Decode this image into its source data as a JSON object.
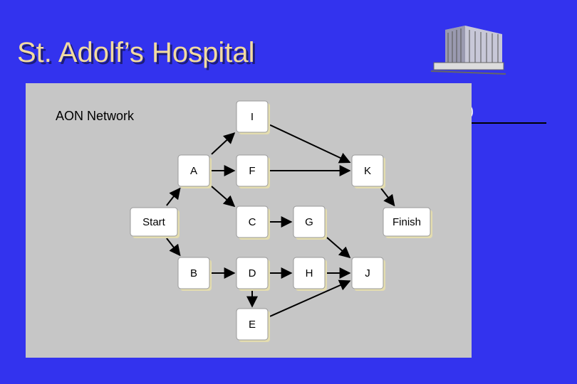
{
  "title": "St. Adolf’s Hospital",
  "partial_text": "s)",
  "network_label": "AON Network",
  "colors": {
    "background": "#3333ee",
    "title": "#f2dba0",
    "panel": "#c6c6c6",
    "node_fill": "#ffffff",
    "node_shadow": "#e4ddb0"
  },
  "icons": {
    "building": "hospital-building-icon"
  },
  "nodes": [
    {
      "id": "start",
      "label": "Start"
    },
    {
      "id": "finish",
      "label": "Finish"
    },
    {
      "id": "a",
      "label": "A"
    },
    {
      "id": "b",
      "label": "B"
    },
    {
      "id": "c",
      "label": "C"
    },
    {
      "id": "d",
      "label": "D"
    },
    {
      "id": "e",
      "label": "E"
    },
    {
      "id": "f",
      "label": "F"
    },
    {
      "id": "g",
      "label": "G"
    },
    {
      "id": "h",
      "label": "H"
    },
    {
      "id": "i",
      "label": "I"
    },
    {
      "id": "j",
      "label": "J"
    },
    {
      "id": "k",
      "label": "K"
    }
  ],
  "edges": [
    {
      "from": "start",
      "to": "a"
    },
    {
      "from": "start",
      "to": "b"
    },
    {
      "from": "a",
      "to": "i"
    },
    {
      "from": "a",
      "to": "f"
    },
    {
      "from": "a",
      "to": "c"
    },
    {
      "from": "b",
      "to": "d"
    },
    {
      "from": "i",
      "to": "k"
    },
    {
      "from": "f",
      "to": "k"
    },
    {
      "from": "c",
      "to": "g"
    },
    {
      "from": "g",
      "to": "j"
    },
    {
      "from": "d",
      "to": "h"
    },
    {
      "from": "d",
      "to": "e"
    },
    {
      "from": "h",
      "to": "j"
    },
    {
      "from": "e",
      "to": "j"
    },
    {
      "from": "k",
      "to": "finish"
    }
  ]
}
